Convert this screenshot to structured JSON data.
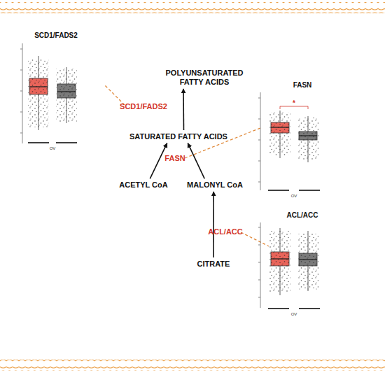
{
  "diagram": {
    "nodes": [
      {
        "text": [
          "POLYUNSATURATED FATTY ACIDS"
        ]
      },
      {
        "text": [
          "SATURATED FATTY ACIDS"
        ]
      },
      {
        "text": [
          "ACETYL CoA"
        ]
      },
      {
        "text": [
          "MALONYL CoA"
        ]
      },
      {
        "text": [
          "CITRATE"
        ]
      }
    ],
    "edges": [
      {
        "from": 1,
        "to": 0,
        "arrow": "to",
        "label": "SCD1/FADS2"
      },
      {
        "from": 2,
        "to": 1,
        "arrow": "to"
      },
      {
        "from": 3,
        "to": 1,
        "arrow": "to",
        "label": "FASN"
      },
      {
        "from": 4,
        "to": 3,
        "arrow": "to",
        "label": "ACL/ACC"
      }
    ],
    "labels": [
      "SCD1/FADS2",
      "OV",
      "FASN",
      "*",
      "OV",
      "ACL/ACC",
      "OV"
    ]
  }
}
